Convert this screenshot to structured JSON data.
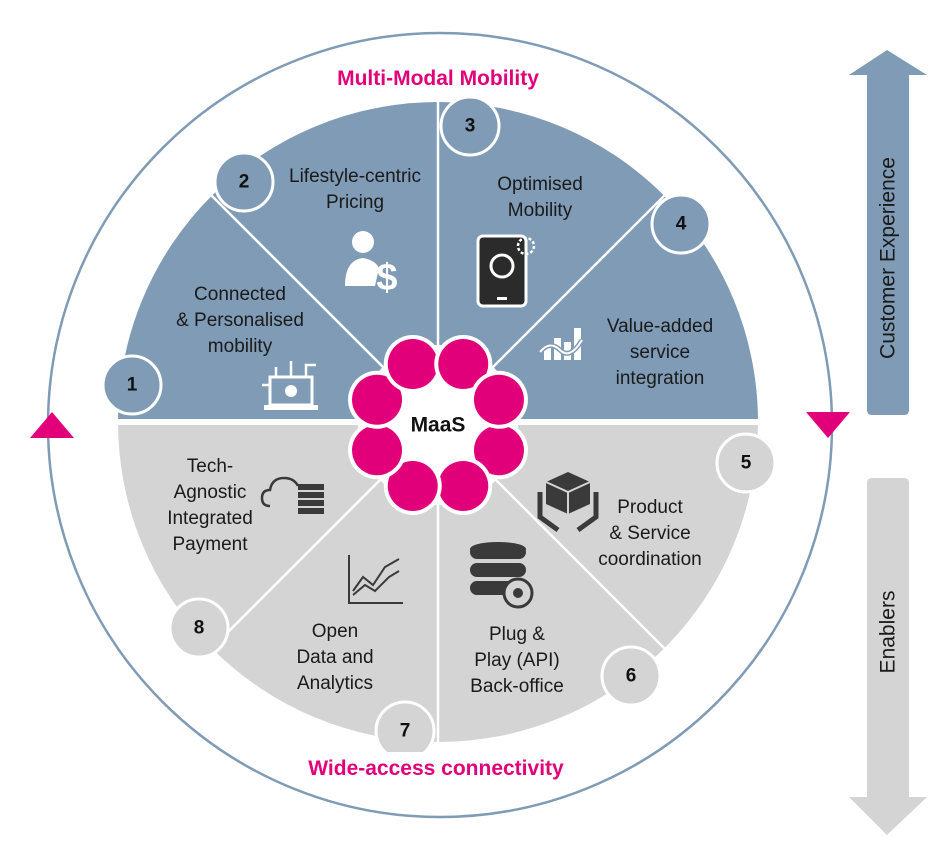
{
  "center_label": "MaaS",
  "top_arc_label": "Multi-Modal Mobility",
  "bottom_arc_label": "Wide-access connectivity",
  "side_arrows": {
    "up": "Customer Experience",
    "down": "Enablers"
  },
  "colors": {
    "customer_experience": "#7f9bb5",
    "enablers": "#d4d4d4",
    "accent": "#e2007a",
    "icon_dark": "#3a3a3a"
  },
  "segments": [
    {
      "number": "1",
      "lines": [
        "Connected",
        "& Personalised",
        "mobility"
      ],
      "icon": "laptop-network-icon",
      "group": "customer_experience"
    },
    {
      "number": "2",
      "lines": [
        "Lifestyle-centric",
        "Pricing"
      ],
      "icon": "person-dollar-icon",
      "group": "customer_experience"
    },
    {
      "number": "3",
      "lines": [
        "Optimised",
        "Mobility"
      ],
      "icon": "tablet-gear-icon",
      "group": "customer_experience"
    },
    {
      "number": "4",
      "lines": [
        "Value-added",
        "service",
        "integration"
      ],
      "icon": "chart-wave-icon",
      "group": "customer_experience"
    },
    {
      "number": "5",
      "lines": [
        "Product",
        "& Service",
        "coordination"
      ],
      "icon": "hands-box-icon",
      "group": "enablers"
    },
    {
      "number": "6",
      "lines": [
        "Plug &",
        "Play (API)",
        "Back-office"
      ],
      "icon": "database-gear-icon",
      "group": "enablers"
    },
    {
      "number": "7",
      "lines": [
        "Open",
        "Data and",
        "Analytics"
      ],
      "icon": "line-chart-icon",
      "group": "enablers"
    },
    {
      "number": "8",
      "lines": [
        "Tech-",
        "Agnostic",
        "Integrated",
        "Payment"
      ],
      "icon": "cloud-server-icon",
      "group": "enablers"
    }
  ]
}
